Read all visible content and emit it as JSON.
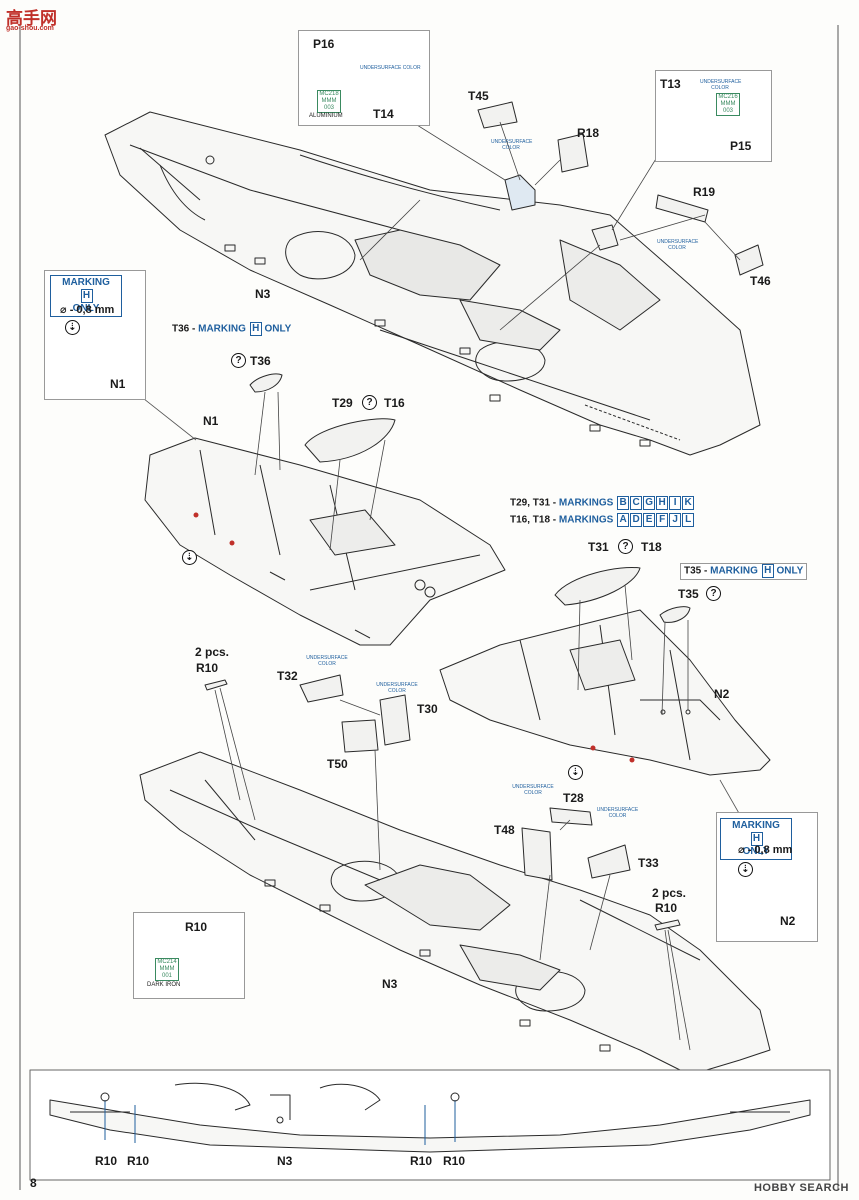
{
  "site": {
    "name": "高手网",
    "url": "gao-shou.com"
  },
  "footer": {
    "page_number": "8",
    "watermark": "HOBBY SEARCH"
  },
  "labels": {
    "P16": "P16",
    "T14": "T14",
    "T45": "T45",
    "R18": "R18",
    "T13": "T13",
    "P15": "P15",
    "R19": "R19",
    "T46": "T46",
    "N3_top": "N3",
    "N1_box": "N1",
    "N1_wing": "N1",
    "T36": "T36",
    "T29": "T29",
    "T16": "T16",
    "T31": "T31",
    "T18": "T18",
    "T35": "T35",
    "N2_wing": "N2",
    "N2_box": "N2",
    "R10_a": "R10",
    "pcs_a": "2 pcs.",
    "T32": "T32",
    "T30": "T30",
    "T50": "T50",
    "T28": "T28",
    "T48": "T48",
    "T33": "T33",
    "pcs_b": "2 pcs.",
    "R10_b": "R10",
    "R10_c": "R10",
    "N3_mid": "N3",
    "bottom_r10_1": "R10",
    "bottom_r10_2": "R10",
    "bottom_n3": "N3",
    "bottom_r10_3": "R10",
    "bottom_r10_4": "R10",
    "mm_a": "- 0,8 mm",
    "mm_b": "- 0,8 mm",
    "dia": "⌀"
  },
  "notes": {
    "undersurface": "UNDERSURFACE COLOR",
    "aluminium": "ALUMINIUM",
    "dark_iron": "DARK IRON"
  },
  "paints": {
    "mc218": [
      "MC218",
      "MMM",
      "003"
    ],
    "mc216a": [
      "MC216",
      "MMM",
      "003"
    ],
    "mc214": [
      "MC214",
      "MMM",
      "001"
    ]
  },
  "markings": {
    "box_title": "MARKING",
    "box_letter": "H",
    "box_only": "ONLY",
    "t36_prefix": "T36 - ",
    "t36_word": "MARKING",
    "t36_letter": "H",
    "t36_only": "ONLY",
    "t35_prefix": "T35 - ",
    "t35_word": "MARKING",
    "t35_letter": "H",
    "t35_only": "ONLY",
    "row1_prefix": "T29, T31 - ",
    "row1_word": "MARKINGS",
    "row1_letters": [
      "B",
      "C",
      "G",
      "H",
      "I",
      "K"
    ],
    "row2_prefix": "T16, T18 - ",
    "row2_word": "MARKINGS",
    "row2_letters": [
      "A",
      "D",
      "E",
      "F",
      "J",
      "L"
    ],
    "question": "?"
  },
  "colors": {
    "marking_blue": "#1f5f9e",
    "paint_green": "#3a8a60",
    "red_dot": "#c0302a"
  }
}
